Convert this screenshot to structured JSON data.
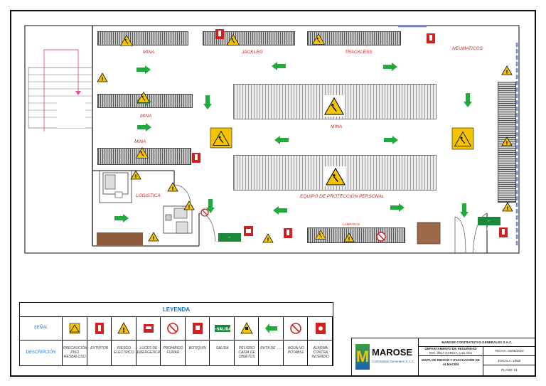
{
  "plan": {
    "areas": {
      "mina_1": "MINA",
      "jackleg": "JACKLEG",
      "trackless": "TRACKLESS",
      "neumaticos": "NEUMATICOS",
      "mina_2": "MINA",
      "mina_3": "MINA",
      "mina_center": "MINA",
      "logistica": "LOGISTICA",
      "epp": "EQUIPO DE PROTECCIÓN PERSONAL",
      "lampara": "LAMPARAS"
    },
    "exit_label": "SALIDA"
  },
  "legend": {
    "title": "LEYENDA",
    "row_sign": "SEÑAL",
    "row_desc": "DESCRIPCIÓN",
    "items": [
      {
        "icon": "slippery-floor-icon",
        "desc": "PRECAUCIÓN PISO RESBALOSO"
      },
      {
        "icon": "extinguisher-icon",
        "desc": "EXTINTOR"
      },
      {
        "icon": "electric-risk-icon",
        "desc": "RIESGO ELECTRICO"
      },
      {
        "icon": "emergency-light-icon",
        "desc": "LUCES DE EMERGENCIA"
      },
      {
        "icon": "no-smoking-icon",
        "desc": "PROHIBIDO FUMAR"
      },
      {
        "icon": "first-aid-icon",
        "desc": "BOTIQUIN"
      },
      {
        "icon": "exit-icon",
        "desc": "SALIDA"
      },
      {
        "icon": "falling-objects-icon",
        "desc": "PELIGRO CAIDA DE OBJETOS"
      },
      {
        "icon": "route-arrow-icon",
        "desc": "RUTA DE ......"
      },
      {
        "icon": "no-drinking-water-icon",
        "desc": "AGUA NO POTABLE"
      },
      {
        "icon": "fire-alarm-icon",
        "desc": "ALARMA CONTRA INCENDIO"
      }
    ]
  },
  "title_block": {
    "company": "MAROSE CONTRATISTAS GENERALES S.A.C.",
    "logo_big": "MAROSE",
    "logo_sub": "Contratistas Generales S.A.C.",
    "dept": "DEPARTAMENTO DE SEGURIDAD",
    "engineer": "ING. INCA GARCIA, Luis Alex",
    "fecha": "FECHA: 02/05/2023",
    "map_title": "MAPA DE RIESGO Y EVACUACIÓN DE ALMACÉN",
    "escala": "ESCALA: 1/500",
    "plano": "PLANO: 01"
  },
  "colors": {
    "arrow": "#1faa3c",
    "warning": "#f5c400",
    "danger": "#d21f1f",
    "legend_title": "#1f6fd1"
  }
}
